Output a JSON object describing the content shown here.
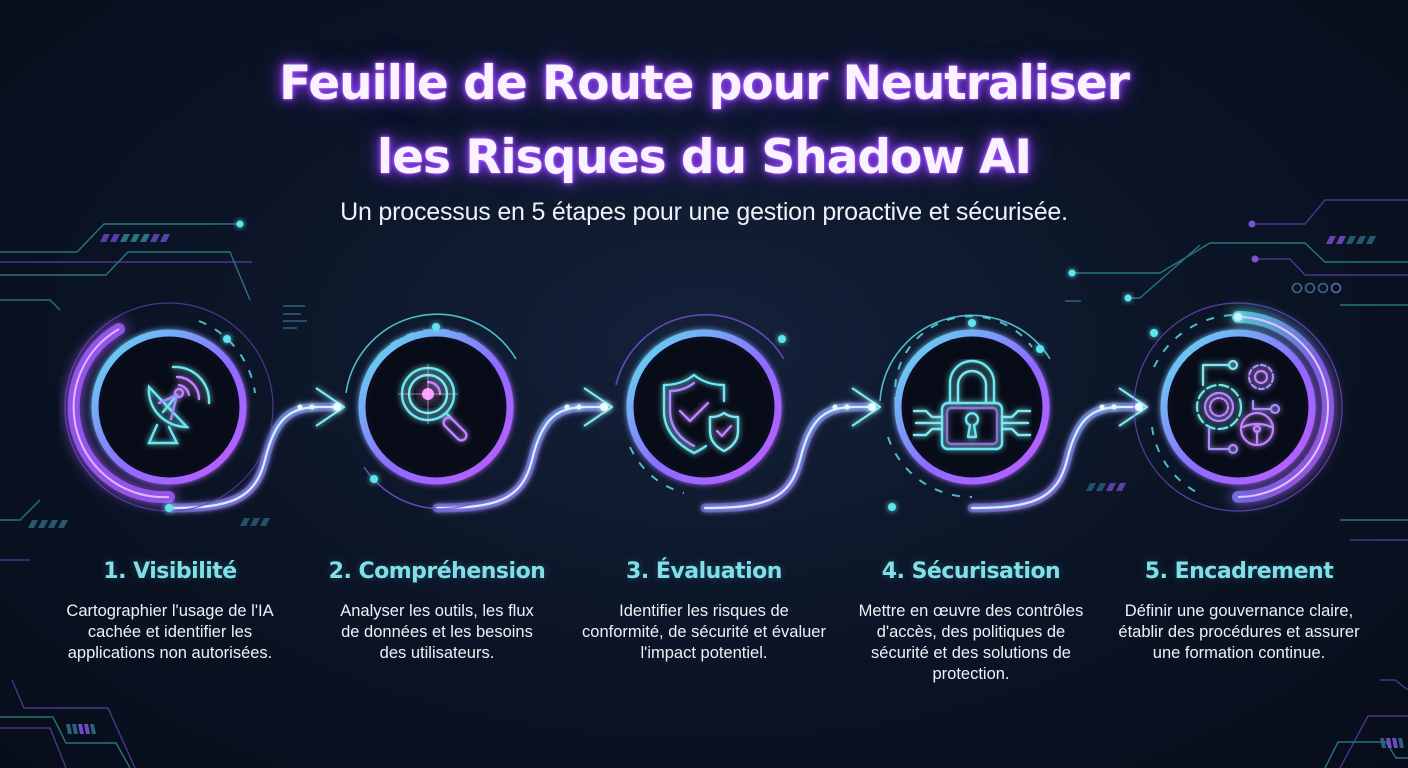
{
  "header": {
    "title_line1": "Feuille de Route pour Neutraliser",
    "title_line2": "les Risques du Shadow AI",
    "subtitle": "Un processus en 5 étapes pour une gestion proactive et sécurisée."
  },
  "colors": {
    "background": "#0c1628",
    "accent_cyan": "#5fe3ee",
    "accent_purple": "#a45cff",
    "title_glow": "#8a3cff",
    "step_title": "#7fe0ea"
  },
  "steps": [
    {
      "number": 1,
      "title": "1. Visibilité",
      "icon": "satellite-dish-icon",
      "description": "Cartographier l'usage de l'IA cachée et identifier les applications non autorisées."
    },
    {
      "number": 2,
      "title": "2. Compréhension",
      "icon": "magnifying-glass-icon",
      "description": "Analyser les outils, les flux de données et les besoins des utilisateurs."
    },
    {
      "number": 3,
      "title": "3. Évaluation",
      "icon": "shield-check-icon",
      "description": "Identifier les risques de conformité, de sécurité et évaluer l'impact potentiel."
    },
    {
      "number": 4,
      "title": "4. Sécurisation",
      "icon": "padlock-icon",
      "description": "Mettre en œuvre des contrôles d'accès, des politiques de sécurité et des solutions de protection."
    },
    {
      "number": 5,
      "title": "5. Encadrement",
      "icon": "gears-steering-wheel-icon",
      "description": "Définir une gouvernance claire, établir des procédures et assurer une formation continue."
    }
  ]
}
